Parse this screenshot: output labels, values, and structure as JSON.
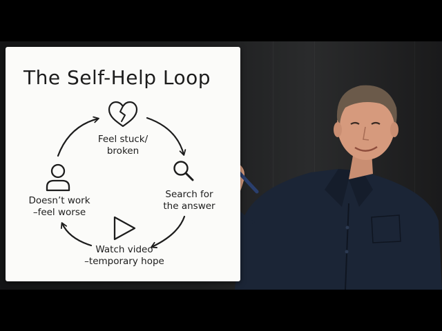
{
  "diagram": {
    "title": "The Self-Help Loop",
    "nodes": [
      {
        "id": "stuck",
        "icon": "broken-heart-icon",
        "lines": [
          "Feel stuck/",
          "broken"
        ]
      },
      {
        "id": "search",
        "icon": "magnifier-icon",
        "lines": [
          "Search for",
          "the answer"
        ]
      },
      {
        "id": "watch",
        "icon": "play-triangle-icon",
        "lines": [
          "Watch video",
          "–temporary hope"
        ]
      },
      {
        "id": "worse",
        "icon": "person-icon",
        "lines": [
          "Doesn’t work",
          "–feel worse"
        ]
      }
    ],
    "edges": [
      {
        "from": "stuck",
        "to": "search"
      },
      {
        "from": "search",
        "to": "watch"
      },
      {
        "from": "watch",
        "to": "worse"
      },
      {
        "from": "worse",
        "to": "stuck"
      }
    ],
    "colors": {
      "ink": "#1c1c1c",
      "board": "#fbfbf9",
      "shirt": "#1b2536"
    }
  }
}
